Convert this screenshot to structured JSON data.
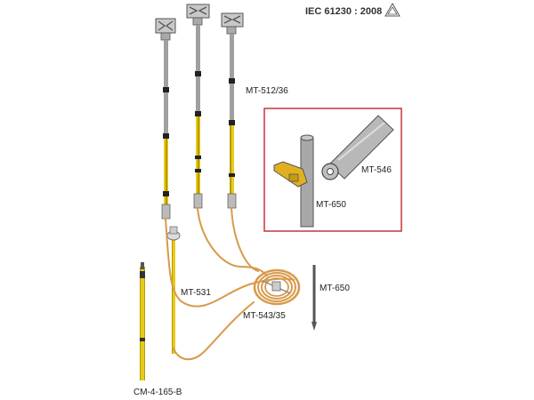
{
  "header": {
    "standard": "IEC 61230 : 2008"
  },
  "labels": {
    "clamp_pole": "MT-512/36",
    "tip_detail": "MT-546",
    "electrode_detail": "MT-650",
    "ground_clamp": "MT-531",
    "cable_reel": "MT-543/35",
    "earth_electrode": "MT-650",
    "operating_stick": "CM-4-165-B"
  },
  "colors": {
    "pole_yellow": "#e0c800",
    "cable_orange": "#d89a4a",
    "metal_grey": "#9a9a9a",
    "detail_border": "#c8323c",
    "clamp_gold": "#e0b020"
  }
}
